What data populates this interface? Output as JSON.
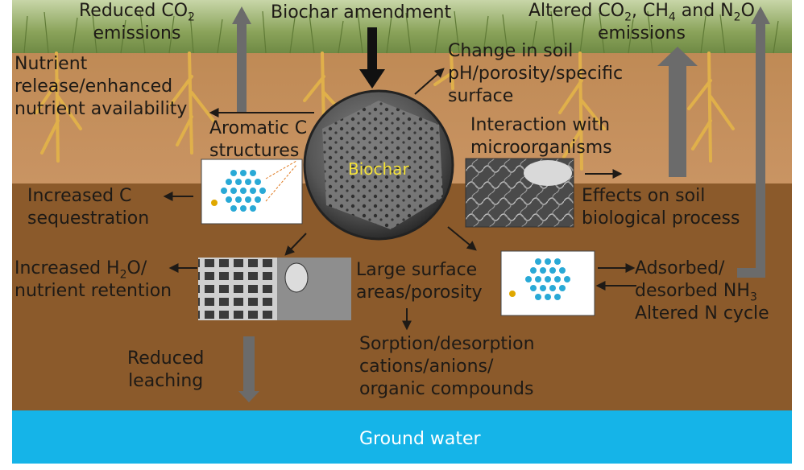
{
  "labels": {
    "reduced_co2": [
      "Reduced CO",
      "2",
      "emissions"
    ],
    "biochar_amendment": "Biochar amendment",
    "altered_emissions": [
      "Altered CO",
      "2",
      ", CH",
      "4",
      " and N",
      "2",
      "O",
      "emissions"
    ],
    "nutrient_release": [
      "Nutrient",
      "release/enhanced",
      "nutrient availability"
    ],
    "change_soil": [
      "Change in soil",
      "pH/porosity/specific",
      "surface"
    ],
    "aromatic": [
      "Aromatic C",
      "structures"
    ],
    "interaction": [
      "Interaction with",
      "microorganisms"
    ],
    "biochar": "Biochar",
    "increased_c": [
      "Increased C",
      "sequestration"
    ],
    "effects_soil": [
      "Effects on soil",
      "biological process"
    ],
    "h2o_retention": [
      "Increased H",
      "2",
      "O/",
      "nutrient retention"
    ],
    "large_surface": [
      "Large surface",
      "areas/porosity"
    ],
    "adsorbed": [
      "Adsorbed/",
      "desorbed NH",
      "3",
      "Altered N cycle"
    ],
    "reduced_leaching": [
      "Reduced",
      "leaching"
    ],
    "sorption": [
      "Sorption/desorption",
      "cations/anions/",
      "organic compounds"
    ],
    "ground_water": "Ground water"
  },
  "colors": {
    "grass": "#8aa35a",
    "topsoil": "#b9834e",
    "subsoil": "#8b5a2b",
    "water": "#15b4e8",
    "arrow_grey": "#6b6b6b",
    "root": "#e0b04a",
    "molecule": "#29a9d6"
  }
}
